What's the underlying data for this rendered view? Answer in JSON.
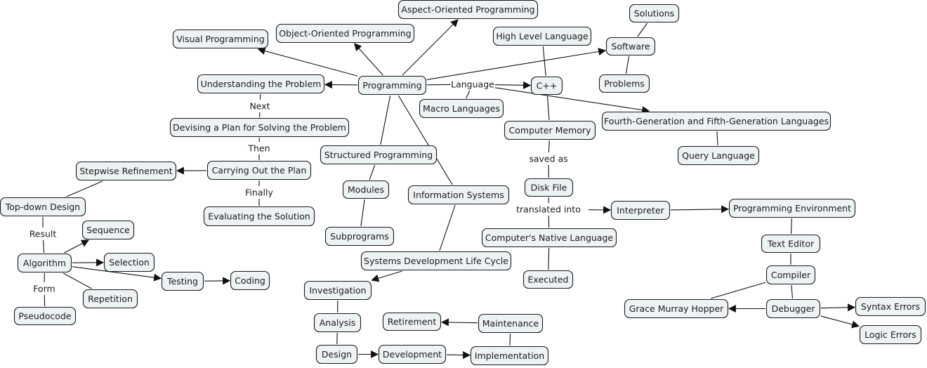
{
  "diagram": {
    "type": "concept-map",
    "nodes": [
      {
        "id": "programming",
        "label": "Programming"
      },
      {
        "id": "visual",
        "label": "Visual Programming"
      },
      {
        "id": "oop",
        "label": "Object-Oriented Programming"
      },
      {
        "id": "aop",
        "label": "Aspect-Oriented Programming"
      },
      {
        "id": "understanding",
        "label": "Understanding the Problem"
      },
      {
        "id": "devising",
        "label": "Devising a Plan for Solving the Problem"
      },
      {
        "id": "carrying",
        "label": "Carrying Out the Plan"
      },
      {
        "id": "evaluating",
        "label": "Evaluating the Solution"
      },
      {
        "id": "stepwise",
        "label": "Stepwise Refinement"
      },
      {
        "id": "topdown",
        "label": "Top-down Design"
      },
      {
        "id": "algorithm",
        "label": "Algorithm"
      },
      {
        "id": "sequence",
        "label": "Sequence"
      },
      {
        "id": "selection",
        "label": "Selection"
      },
      {
        "id": "repetition",
        "label": "Repetition"
      },
      {
        "id": "pseudocode",
        "label": "Pseudocode"
      },
      {
        "id": "testing",
        "label": "Testing"
      },
      {
        "id": "coding",
        "label": "Coding"
      },
      {
        "id": "structured",
        "label": "Structured Programming"
      },
      {
        "id": "modules",
        "label": "Modules"
      },
      {
        "id": "subprograms",
        "label": "Subprograms"
      },
      {
        "id": "infosys",
        "label": "Information Systems"
      },
      {
        "id": "sdlc",
        "label": "Systems Development Life Cycle"
      },
      {
        "id": "investigation",
        "label": "Investigation"
      },
      {
        "id": "analysis",
        "label": "Analysis"
      },
      {
        "id": "design",
        "label": "Design"
      },
      {
        "id": "development",
        "label": "Development"
      },
      {
        "id": "implementation",
        "label": "Implementation"
      },
      {
        "id": "maintenance",
        "label": "Maintenance"
      },
      {
        "id": "retirement",
        "label": "Retirement"
      },
      {
        "id": "macro",
        "label": "Macro Languages"
      },
      {
        "id": "cpp",
        "label": "C++"
      },
      {
        "id": "highlevel",
        "label": "High Level Language"
      },
      {
        "id": "software",
        "label": "Software"
      },
      {
        "id": "solutions",
        "label": "Solutions"
      },
      {
        "id": "problems",
        "label": "Problems"
      },
      {
        "id": "fourthgen",
        "label": "Fourth-Generation and Fifth-Generation Languages"
      },
      {
        "id": "query",
        "label": "Query Language"
      },
      {
        "id": "memory",
        "label": "Computer Memory"
      },
      {
        "id": "diskfile",
        "label": "Disk File"
      },
      {
        "id": "native",
        "label": "Computer's Native Language"
      },
      {
        "id": "executed",
        "label": "Executed"
      },
      {
        "id": "interpreter",
        "label": "Interpreter"
      },
      {
        "id": "progenv",
        "label": "Programming Environment"
      },
      {
        "id": "texteditor",
        "label": "Text Editor"
      },
      {
        "id": "compiler",
        "label": "Compiler"
      },
      {
        "id": "debugger",
        "label": "Debugger"
      },
      {
        "id": "hopper",
        "label": "Grace Murray Hopper"
      },
      {
        "id": "syntax",
        "label": "Syntax Errors"
      },
      {
        "id": "logic",
        "label": "Logic Errors"
      }
    ],
    "link_labels": [
      {
        "id": "next",
        "label": "Next"
      },
      {
        "id": "then",
        "label": "Then"
      },
      {
        "id": "finally",
        "label": "Finally"
      },
      {
        "id": "result",
        "label": "Result"
      },
      {
        "id": "form",
        "label": "Form"
      },
      {
        "id": "language",
        "label": "Language"
      },
      {
        "id": "savedas",
        "label": "saved as"
      },
      {
        "id": "translated",
        "label": "translated into"
      }
    ],
    "edges": [
      {
        "from": "programming",
        "to": "visual",
        "arrow": true
      },
      {
        "from": "programming",
        "to": "oop",
        "arrow": true
      },
      {
        "from": "programming",
        "to": "aop",
        "arrow": true
      },
      {
        "from": "programming",
        "to": "understanding",
        "arrow": true
      },
      {
        "from": "programming",
        "to": "software",
        "arrow": true
      },
      {
        "from": "programming",
        "to": "structured",
        "arrow": false
      },
      {
        "from": "programming",
        "to": "infosys",
        "arrow": false
      },
      {
        "from": "programming",
        "to": "language",
        "arrow": false
      },
      {
        "from": "language",
        "to": "cpp",
        "arrow": true
      },
      {
        "from": "language",
        "to": "macro",
        "arrow": false
      },
      {
        "from": "language",
        "to": "fourthgen",
        "arrow": true
      },
      {
        "from": "understanding",
        "to": "next",
        "arrow": false
      },
      {
        "from": "next",
        "to": "devising",
        "arrow": false
      },
      {
        "from": "devising",
        "to": "then",
        "arrow": false
      },
      {
        "from": "then",
        "to": "carrying",
        "arrow": false
      },
      {
        "from": "carrying",
        "to": "finally",
        "arrow": false
      },
      {
        "from": "finally",
        "to": "evaluating",
        "arrow": false
      },
      {
        "from": "carrying",
        "to": "stepwise",
        "arrow": true
      },
      {
        "from": "stepwise",
        "to": "topdown",
        "arrow": false
      },
      {
        "from": "topdown",
        "to": "result",
        "arrow": false
      },
      {
        "from": "result",
        "to": "algorithm",
        "arrow": false
      },
      {
        "from": "algorithm",
        "to": "form",
        "arrow": false
      },
      {
        "from": "form",
        "to": "pseudocode",
        "arrow": false
      },
      {
        "from": "algorithm",
        "to": "sequence",
        "arrow": true
      },
      {
        "from": "algorithm",
        "to": "selection",
        "arrow": true
      },
      {
        "from": "algorithm",
        "to": "repetition",
        "arrow": false
      },
      {
        "from": "algorithm",
        "to": "testing",
        "arrow": true
      },
      {
        "from": "testing",
        "to": "coding",
        "arrow": true
      },
      {
        "from": "structured",
        "to": "modules",
        "arrow": false
      },
      {
        "from": "modules",
        "to": "subprograms",
        "arrow": false
      },
      {
        "from": "infosys",
        "to": "sdlc",
        "arrow": false
      },
      {
        "from": "sdlc",
        "to": "investigation",
        "arrow": true
      },
      {
        "from": "investigation",
        "to": "analysis",
        "arrow": false
      },
      {
        "from": "analysis",
        "to": "design",
        "arrow": false
      },
      {
        "from": "design",
        "to": "development",
        "arrow": true
      },
      {
        "from": "development",
        "to": "implementation",
        "arrow": true
      },
      {
        "from": "implementation",
        "to": "maintenance",
        "arrow": false
      },
      {
        "from": "maintenance",
        "to": "retirement",
        "arrow": true
      },
      {
        "from": "highlevel",
        "to": "cpp",
        "arrow": false
      },
      {
        "from": "cpp",
        "to": "memory",
        "arrow": false
      },
      {
        "from": "memory",
        "to": "savedas",
        "arrow": false
      },
      {
        "from": "savedas",
        "to": "diskfile",
        "arrow": false
      },
      {
        "from": "diskfile",
        "to": "translated",
        "arrow": false
      },
      {
        "from": "translated",
        "to": "native",
        "arrow": false
      },
      {
        "from": "translated",
        "to": "interpreter",
        "arrow": true
      },
      {
        "from": "native",
        "to": "executed",
        "arrow": false
      },
      {
        "from": "interpreter",
        "to": "progenv",
        "arrow": true
      },
      {
        "from": "progenv",
        "to": "texteditor",
        "arrow": false
      },
      {
        "from": "texteditor",
        "to": "compiler",
        "arrow": false
      },
      {
        "from": "compiler",
        "to": "debugger",
        "arrow": false
      },
      {
        "from": "compiler",
        "to": "hopper",
        "arrow": false
      },
      {
        "from": "debugger",
        "to": "hopper",
        "arrow": true
      },
      {
        "from": "debugger",
        "to": "syntax",
        "arrow": true
      },
      {
        "from": "debugger",
        "to": "logic",
        "arrow": true
      },
      {
        "from": "software",
        "to": "solutions",
        "arrow": false
      },
      {
        "from": "software",
        "to": "problems",
        "arrow": false
      },
      {
        "from": "fourthgen",
        "to": "query",
        "arrow": false
      }
    ]
  }
}
